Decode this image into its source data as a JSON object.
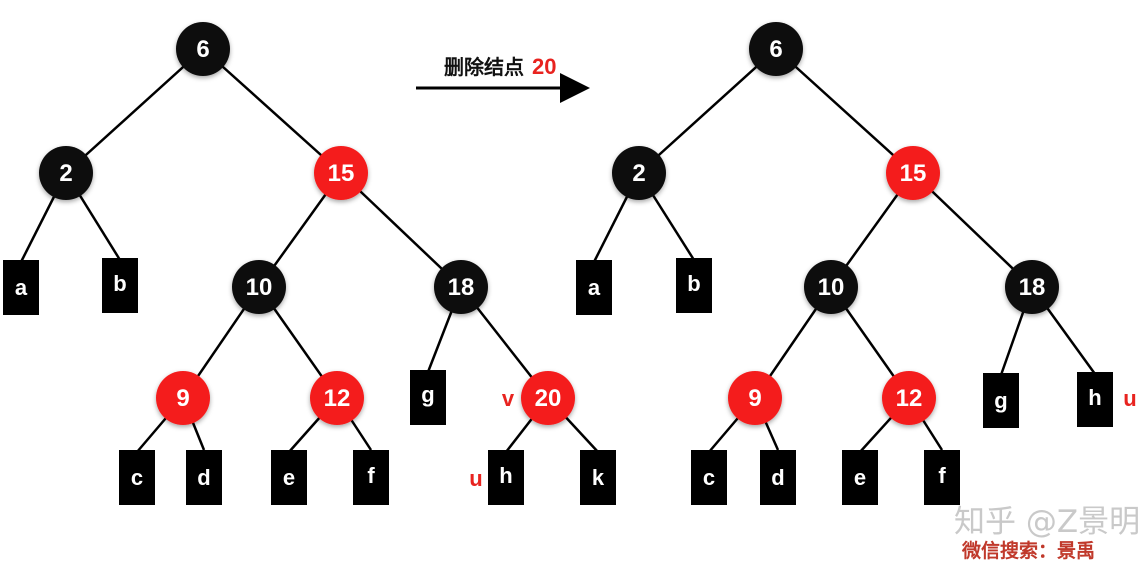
{
  "colors": {
    "black_node": "#0b0b0b",
    "red_node": "#f41e1e",
    "edge": "#000000",
    "marker": "#e8231f",
    "watermark": "#c9c9c9",
    "watermark_red": "#c0392b"
  },
  "operation": {
    "text": "删除结点",
    "value": "20"
  },
  "before_tree": {
    "nodes": [
      {
        "id": "6",
        "label": "6",
        "color": "black"
      },
      {
        "id": "2",
        "label": "2",
        "color": "black"
      },
      {
        "id": "15",
        "label": "15",
        "color": "red"
      },
      {
        "id": "10",
        "label": "10",
        "color": "black"
      },
      {
        "id": "18",
        "label": "18",
        "color": "black"
      },
      {
        "id": "9",
        "label": "9",
        "color": "red"
      },
      {
        "id": "12",
        "label": "12",
        "color": "red"
      },
      {
        "id": "20",
        "label": "20",
        "color": "red"
      }
    ],
    "leaves": [
      "a",
      "b",
      "c",
      "d",
      "e",
      "f",
      "g",
      "h",
      "k"
    ],
    "markers": {
      "v": "v",
      "u": "u"
    }
  },
  "after_tree": {
    "nodes": [
      {
        "id": "6",
        "label": "6",
        "color": "black"
      },
      {
        "id": "2",
        "label": "2",
        "color": "black"
      },
      {
        "id": "15",
        "label": "15",
        "color": "red"
      },
      {
        "id": "10",
        "label": "10",
        "color": "black"
      },
      {
        "id": "18",
        "label": "18",
        "color": "black"
      },
      {
        "id": "9",
        "label": "9",
        "color": "red"
      },
      {
        "id": "12",
        "label": "12",
        "color": "red"
      }
    ],
    "leaves": [
      "a",
      "b",
      "c",
      "d",
      "e",
      "f",
      "g",
      "h"
    ],
    "markers": {
      "u": "u"
    }
  },
  "watermark": {
    "line1": "知乎 @Z景明",
    "line2": "微信搜索：景禹"
  }
}
